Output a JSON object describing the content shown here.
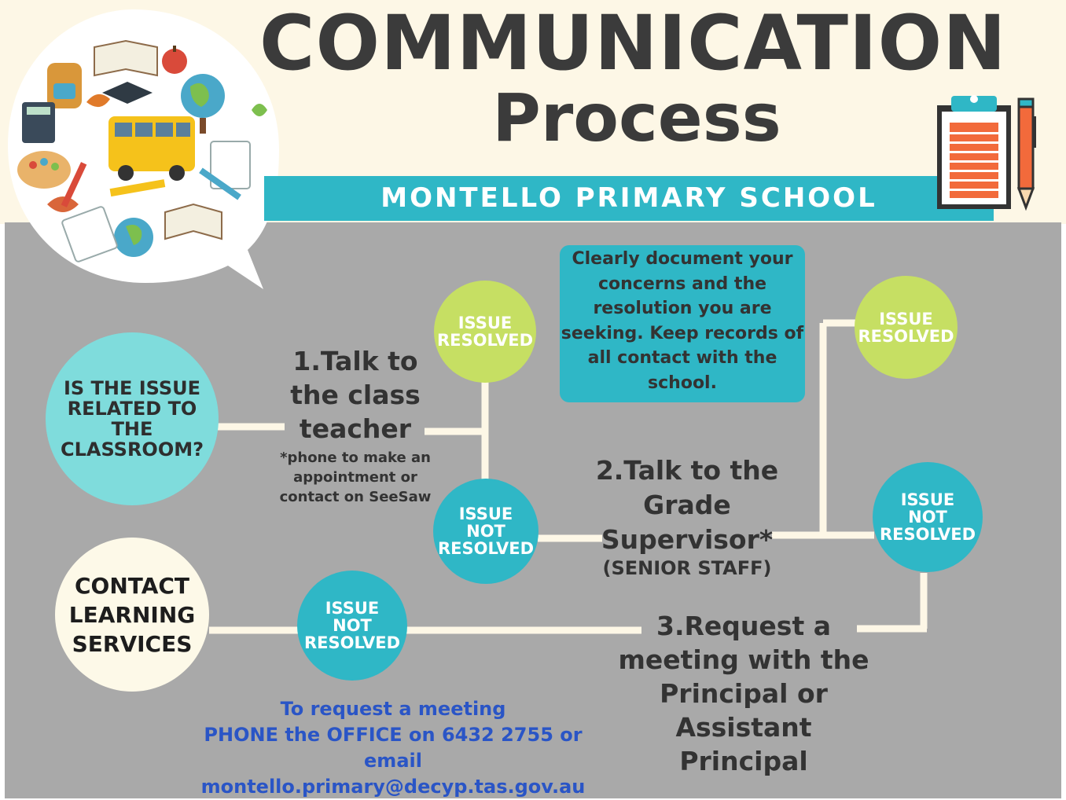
{
  "header": {
    "title_line1": "COMMUNICATION",
    "title_line2": "Process",
    "school": "MONTELLO PRIMARY SCHOOL"
  },
  "start": {
    "question": "IS THE ISSUE RELATED TO THE CLASSROOM?"
  },
  "step1": {
    "title": "1.Talk to the class teacher",
    "note": "*phone to make an appointment or contact on SeeSaw",
    "resolved": "ISSUE RESOLVED",
    "not_resolved": "ISSUE NOT RESOLVED"
  },
  "advice": {
    "text": "Clearly document your concerns and the resolution you are seeking. Keep records of all contact with the school."
  },
  "step2": {
    "title": "2.Talk to the Grade Supervisor*",
    "subtitle": "(SENIOR STAFF)",
    "resolved": "ISSUE RESOLVED",
    "not_resolved": "ISSUE NOT RESOLVED"
  },
  "step3": {
    "title": "3.Request a meeting with the Principal or Assistant Principal",
    "not_resolved": "ISSUE NOT RESOLVED"
  },
  "final": {
    "label": "CONTACT LEARNING SERVICES"
  },
  "contact": {
    "line1": "To request a meeting",
    "line2": "PHONE the OFFICE on 6432 2755 or",
    "line3": "email",
    "line4": "montello.primary@decyp.tas.gov.au"
  },
  "colors": {
    "background_top": "#fdf7e6",
    "background_main": "#a9a9a9",
    "teal": "#2fb7c6",
    "lime": "#c6df63",
    "light_teal": "#7fdcdc",
    "title": "#3b3b3b",
    "link_blue": "#2a55c6",
    "connector": "#fdf7e6"
  },
  "icons": [
    "school-supplies-collage-icon",
    "clipboard-icon",
    "pencil-icon"
  ]
}
